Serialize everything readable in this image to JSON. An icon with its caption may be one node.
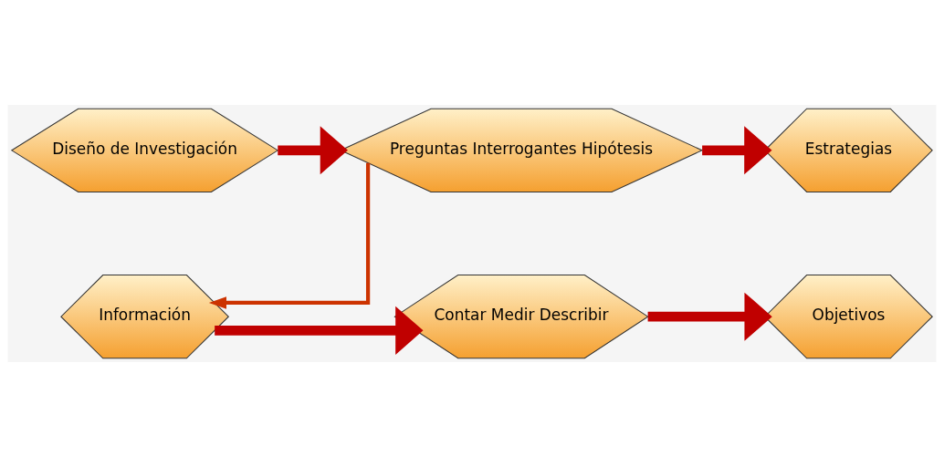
{
  "diagram": {
    "nodes": [
      {
        "text": [
          "Diseño de Investigación"
        ]
      },
      {
        "text": [
          "Preguntas Interrogantes Hipótesis"
        ]
      },
      {
        "text": [
          "Estrategias"
        ]
      },
      {
        "text": [
          "Información"
        ]
      },
      {
        "text": [
          "Contar Medir Describir"
        ]
      },
      {
        "text": [
          "Objetivos"
        ]
      }
    ],
    "edges": [
      {
        "from": 0,
        "to": 1,
        "arrow": "to"
      },
      {
        "from": 1,
        "to": 2,
        "arrow": "to"
      },
      {
        "from": 1,
        "to": 3,
        "arrow": "to",
        "color": "#cc3300"
      },
      {
        "from": 3,
        "to": 4,
        "arrow": "to"
      },
      {
        "from": 4,
        "to": 5,
        "arrow": "to"
      }
    ]
  }
}
